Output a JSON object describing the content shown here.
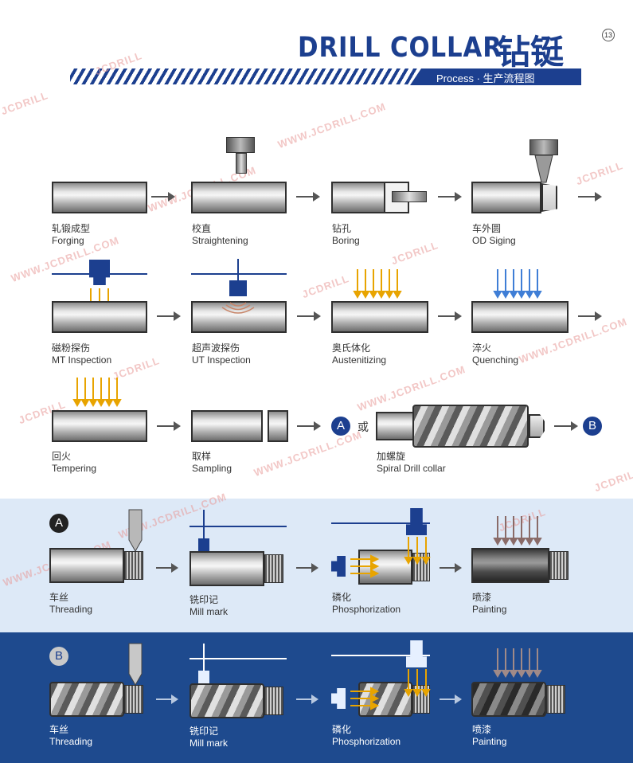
{
  "header": {
    "title": "DRILL COLLAR",
    "title_zh": "钻铤",
    "page_number": "13",
    "subtitle": "Process · 生产流程图"
  },
  "watermarks": [
    "JCDRILL",
    "WWW.JCDRILL.COM"
  ],
  "steps_main": [
    {
      "zh": "轧锻成型",
      "en": "Forging"
    },
    {
      "zh": "校直",
      "en": "Straightening"
    },
    {
      "zh": "钻孔",
      "en": "Boring"
    },
    {
      "zh": "车外圆",
      "en": "OD Siging"
    },
    {
      "zh": "磁粉探伤",
      "en": "MT Inspection"
    },
    {
      "zh": "超声波探伤",
      "en": "UT Inspection"
    },
    {
      "zh": "奥氏体化",
      "en": "Austenitizing"
    },
    {
      "zh": "淬火",
      "en": "Quenching"
    },
    {
      "zh": "回火",
      "en": "Tempering"
    },
    {
      "zh": "取样",
      "en": "Sampling"
    },
    {
      "zh": "加螺旋",
      "en": "Spiral Drill collar"
    }
  ],
  "branch_or": "或",
  "branch_a_marker": "A",
  "branch_b_marker": "B",
  "steps_a": [
    {
      "zh": "车丝",
      "en": "Threading"
    },
    {
      "zh": "铣印记",
      "en": "Mill mark"
    },
    {
      "zh": "磷化",
      "en": "Phosphorization"
    },
    {
      "zh": "喷漆",
      "en": "Painting"
    }
  ],
  "steps_b": [
    {
      "zh": "车丝",
      "en": "Threading"
    },
    {
      "zh": "铣印记",
      "en": "Mill mark"
    },
    {
      "zh": "磷化",
      "en": "Phosphorization"
    },
    {
      "zh": "喷漆",
      "en": "Painting"
    }
  ],
  "colors": {
    "brand": "#1c3f8f",
    "band_a": "#dde9f7",
    "band_b": "#1e4a8e",
    "heat_arrow": "#e8a400",
    "cool_arrow": "#3f7ed6",
    "paint_arrow": "#8a6b68"
  }
}
